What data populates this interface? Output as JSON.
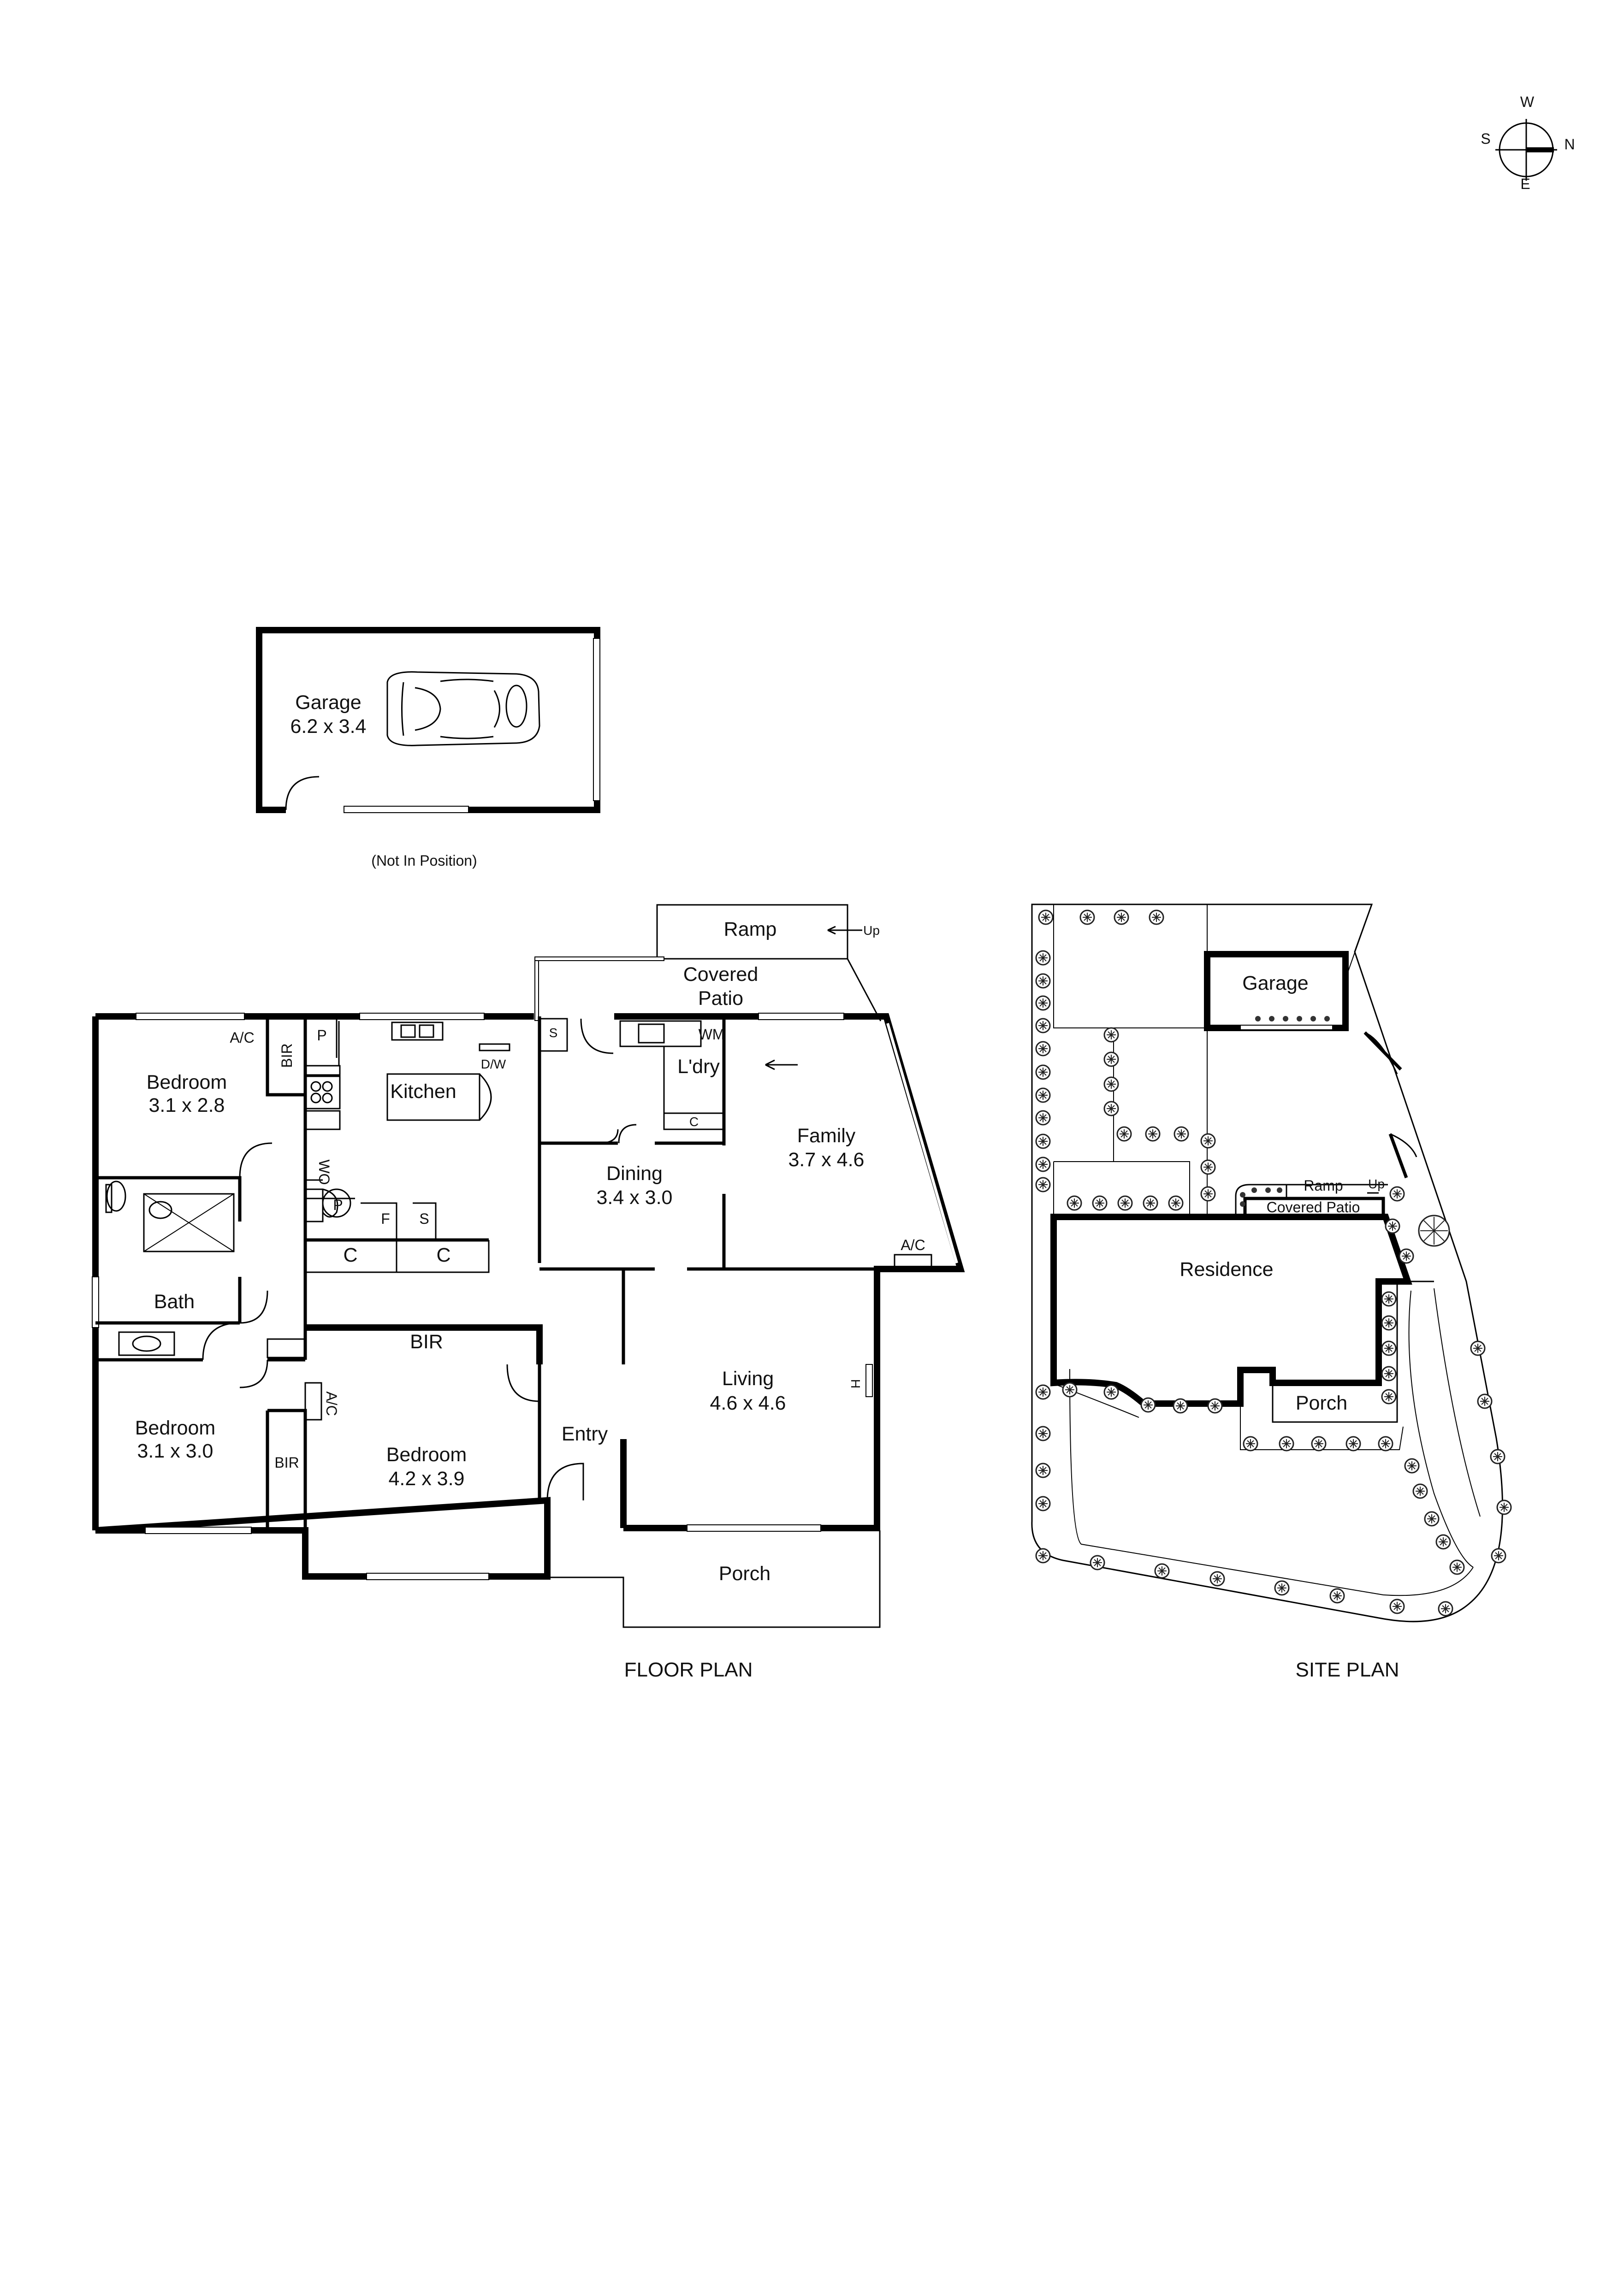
{
  "compass": {
    "north": "N",
    "south": "S",
    "east": "E",
    "west": "W"
  },
  "garage": {
    "name": "Garage",
    "dims": "6.2 x 3.4",
    "note": "(Not In Position)"
  },
  "floor_plan": {
    "title": "FLOOR PLAN",
    "ramp": "Ramp",
    "up": "Up",
    "covered_patio_1": "Covered",
    "covered_patio_2": "Patio",
    "bedroom1": {
      "name": "Bedroom",
      "dims": "3.1 x 2.8"
    },
    "bedroom2": {
      "name": "Bedroom",
      "dims": "3.1 x 3.0"
    },
    "bedroom3": {
      "name": "Bedroom",
      "dims": "4.2 x 3.9"
    },
    "kitchen": "Kitchen",
    "dining": {
      "name": "Dining",
      "dims": "3.4 x 3.0"
    },
    "family": {
      "name": "Family",
      "dims": "3.7 x 4.6"
    },
    "living": {
      "name": "Living",
      "dims": "4.6 x 4.6"
    },
    "laundry": "L'dry",
    "bath": "Bath",
    "entry": "Entry",
    "porch": "Porch",
    "ac": "A/C",
    "bir": "BIR",
    "pantry": "P",
    "dw": "D/W",
    "sink": "S",
    "wm": "WM",
    "cupboard": "C",
    "fridge": "F",
    "wo": "WO",
    "heater": "H"
  },
  "site_plan": {
    "title": "SITE PLAN",
    "garage": "Garage",
    "ramp": "Ramp",
    "up": "Up",
    "covered_patio": "Covered Patio",
    "residence": "Residence",
    "porch": "Porch"
  }
}
